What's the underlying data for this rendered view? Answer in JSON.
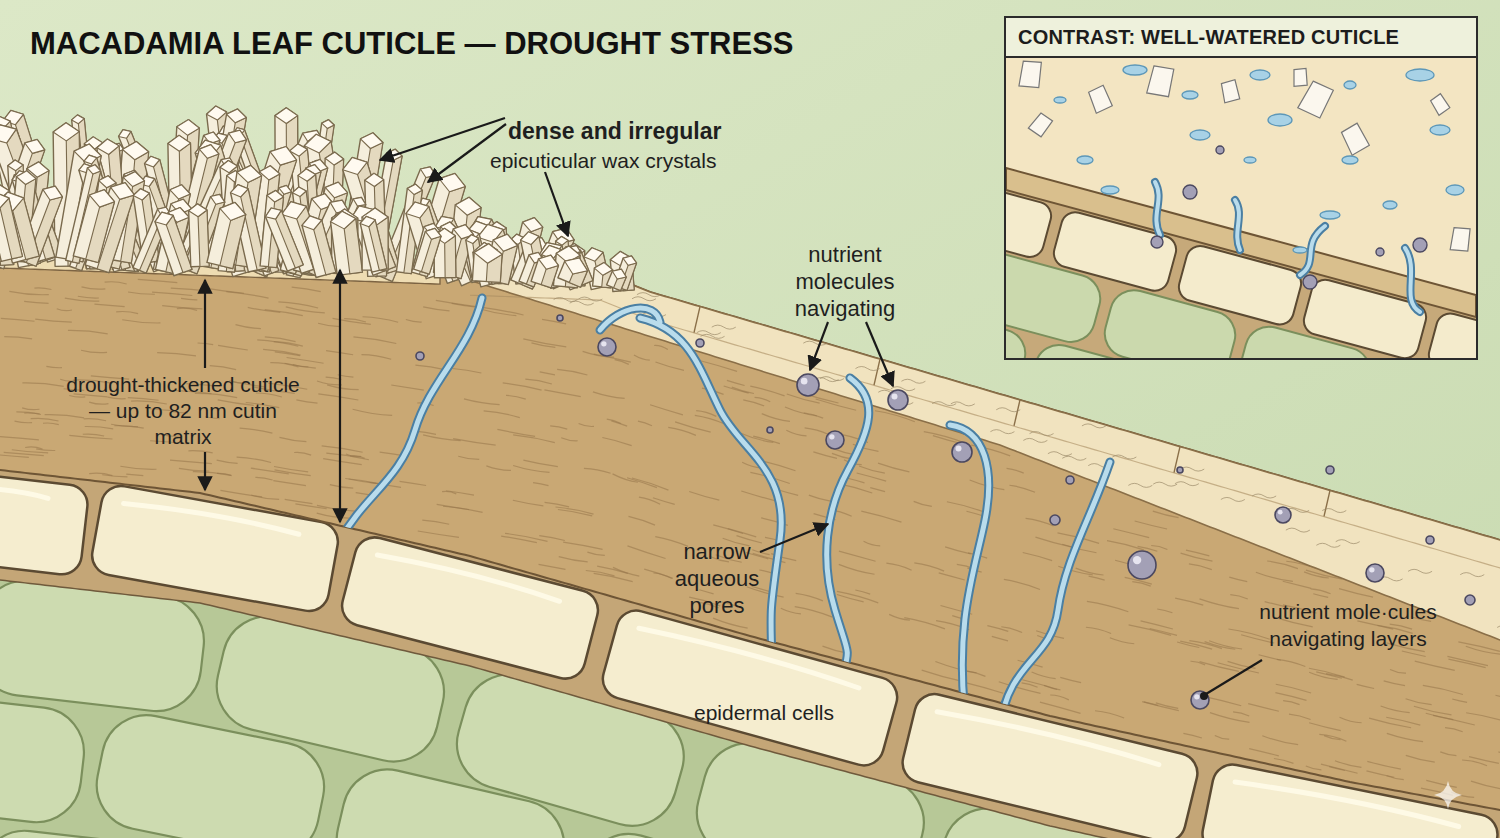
{
  "diagram": {
    "title": "MACADAMIA LEAF CUTICLE — DROUGHT STRESS",
    "nodes": [
      {
        "text": [
          "CONTRAST: WELL-WATERED CUTICLE"
        ]
      }
    ],
    "labels": [
      "dense and irregular",
      "epicuticular wax crystals",
      "drought-thickened cuticle — up to 82 nm cutin matrix",
      "nutrient molecules navigating",
      "narrow aqueous pores",
      "epidermal cells",
      "nutrient mole·cules navigating layers"
    ]
  }
}
